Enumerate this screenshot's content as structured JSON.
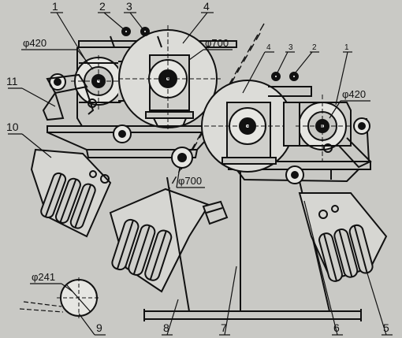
{
  "labels": {
    "p1_left": "1",
    "p2_top": "2",
    "p3_top": "3",
    "p4_top": "4",
    "p1_right": "1",
    "p2_right": "2",
    "p3_right": "3",
    "p4_right": "4",
    "p5": "5",
    "p6": "6",
    "p7": "7",
    "p8": "8",
    "p9": "9",
    "p10": "10",
    "p11": "11"
  },
  "dimensions": {
    "d420_left": "φ420",
    "d420_right": "φ420",
    "d700_top": "φ700",
    "d700_mid": "φ700",
    "d241": "φ241"
  }
}
